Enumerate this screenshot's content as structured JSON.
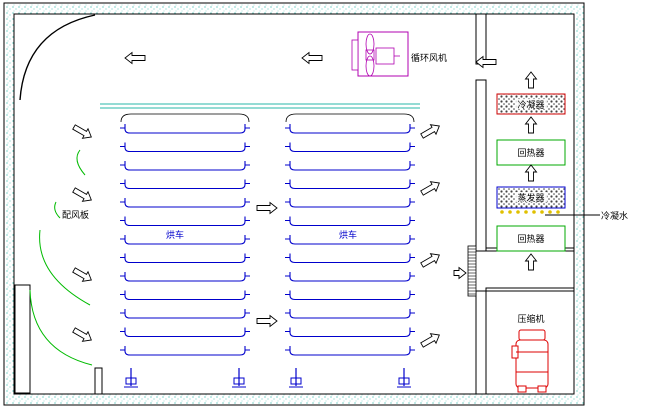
{
  "labels": {
    "circulation_fan": "循环风机",
    "condenser": "冷凝器",
    "reheater_top": "回热器",
    "evaporator": "蒸发器",
    "reheater_bottom": "回热器",
    "condensate": "冷凝水",
    "compressor": "压缩机",
    "air_deflector": "配风板",
    "cart_left": "烘车",
    "cart_right": "烘车"
  },
  "colors": {
    "wall": "#000000",
    "wall_speckle": "#29b7a8",
    "cart": "#0000cc",
    "fan": "#b000b0",
    "condenser": "#cc0000",
    "reheater": "#00aa00",
    "evaporator": "#0000cc",
    "deflector": "#00bb00",
    "compressor": "#dd0000",
    "water_drop": "#e0c000"
  },
  "icons": {
    "flow_arrow": "hollow-arrow-icon",
    "fan": "fan-icon",
    "compressor": "compressor-icon"
  }
}
